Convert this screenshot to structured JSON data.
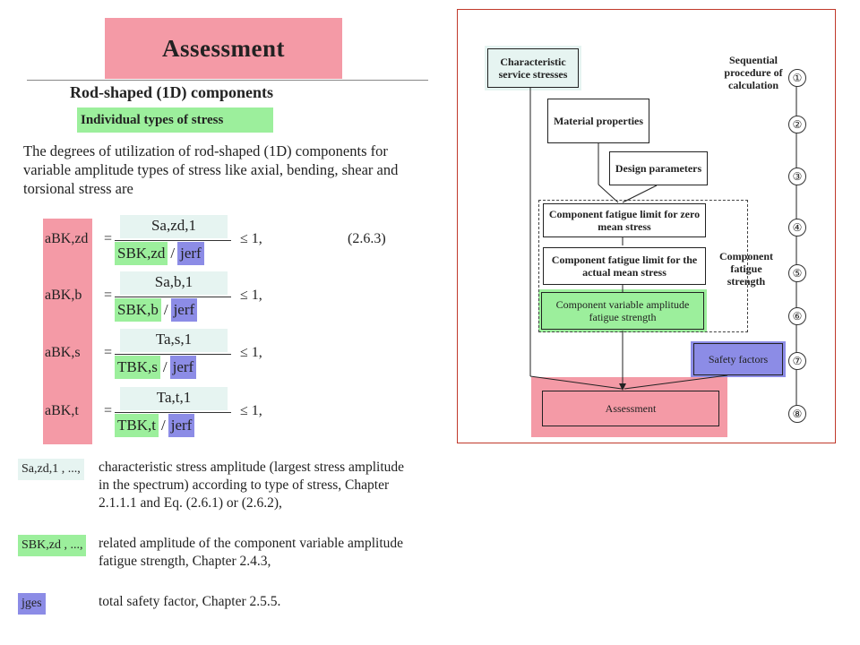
{
  "left": {
    "title": "Assessment",
    "subtitle": "Rod-shaped (1D) components",
    "subtitle2": "Individual types of stress",
    "intro": "The degrees of utilization of rod-shaped (1D) components for variable amplitude types of stress like axial, bending, shear and torsional stress are",
    "equations": [
      {
        "lhs": "aBK,zd",
        "eq": "=",
        "num": "Sa,zd,1",
        "den_main": "SBK,zd",
        "den_sep": "/",
        "den_safety": "jerf",
        "rel": "≤ 1,",
        "ref": "(2.6.3)"
      },
      {
        "lhs": "aBK,b",
        "eq": "=",
        "num": "Sa,b,1",
        "den_main": "SBK,b",
        "den_sep": "/",
        "den_safety": "jerf",
        "rel": "≤ 1,",
        "ref": ""
      },
      {
        "lhs": "aBK,s",
        "eq": "=",
        "num": "Ta,s,1",
        "den_main": "TBK,s",
        "den_sep": "/",
        "den_safety": "jerf",
        "rel": "≤ 1,",
        "ref": ""
      },
      {
        "lhs": "aBK,t",
        "eq": "=",
        "num": "Ta,t,1",
        "den_main": "TBK,t",
        "den_sep": "/",
        "den_safety": "jerf",
        "rel": "≤ 1,",
        "ref": ""
      }
    ],
    "legend": [
      {
        "symbol": "Sa,zd,1 , ...,",
        "text": "characteristic stress amplitude (largest stress amplitude in the spectrum) according to type of stress, Chapter 2.1.1.1 and Eq. (2.6.1) or (2.6.2),"
      },
      {
        "symbol": "SBK,zd , ...,",
        "text": "related amplitude of the component variable amplitude fatigue strength, Chapter 2.4.3,"
      },
      {
        "symbol": "jges",
        "text": "total safety factor, Chapter 2.5.5."
      }
    ]
  },
  "flow": {
    "nodes": {
      "char_stress": "Characteristic service stresses",
      "material": "Material properties",
      "design": "Design parameters",
      "fatigue_zero": "Component fatigue limit for zero mean stress",
      "fatigue_actual": "Component fatigue limit for the actual mean stress",
      "variable_amp": "Component variable amplitude fatigue strength",
      "safety": "Safety factors",
      "assessment": "Assessment"
    },
    "group_label": "Component fatigue strength",
    "sequence_label": "Sequential procedure of calculation",
    "steps": [
      "①",
      "②",
      "③",
      "④",
      "⑤",
      "⑥",
      "⑦",
      "⑧"
    ]
  },
  "colors": {
    "red": "#f49aa6",
    "green": "#9cef9c",
    "blue": "#8c8ce6",
    "lightblue": "#e6f4f1",
    "frame": "#c0392b"
  }
}
